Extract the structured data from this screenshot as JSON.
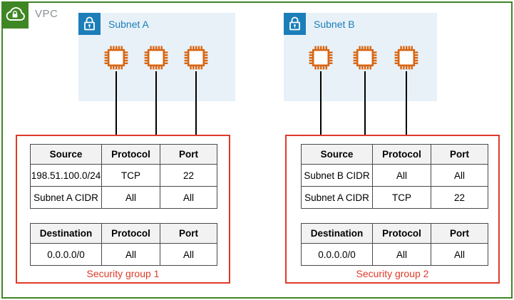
{
  "vpc": {
    "label": "VPC"
  },
  "subnets": [
    {
      "id": "a",
      "label": "Subnet A",
      "instance_count": 3
    },
    {
      "id": "b",
      "label": "Subnet B",
      "instance_count": 3
    }
  ],
  "security_groups": [
    {
      "label": "Security group 1",
      "inbound": {
        "headers": [
          "Source",
          "Protocol",
          "Port"
        ],
        "rows": [
          [
            "198.51.100.0/24",
            "TCP",
            "22"
          ],
          [
            "Subnet A CIDR",
            "All",
            "All"
          ]
        ]
      },
      "outbound": {
        "headers": [
          "Destination",
          "Protocol",
          "Port"
        ],
        "rows": [
          [
            "0.0.0.0/0",
            "All",
            "All"
          ]
        ]
      }
    },
    {
      "label": "Security group 2",
      "inbound": {
        "headers": [
          "Source",
          "Protocol",
          "Port"
        ],
        "rows": [
          [
            "Subnet B CIDR",
            "All",
            "All"
          ],
          [
            "Subnet A CIDR",
            "TCP",
            "22"
          ]
        ]
      },
      "outbound": {
        "headers": [
          "Destination",
          "Protocol",
          "Port"
        ],
        "rows": [
          [
            "0.0.0.0/0",
            "All",
            "All"
          ]
        ]
      }
    }
  ],
  "icons": {
    "vpc_icon": "cloud-with-lock",
    "subnet_icon": "padlock",
    "instance_icon": "ec2-chip"
  },
  "colors": {
    "vpc_green": "#3f8624",
    "subnet_blue": "#1b7eb8",
    "subnet_fill": "#e8f1f8",
    "instance_orange": "#d86613",
    "sg_red": "#dd3b2a",
    "table_header_bg": "#f2f2f2",
    "table_border": "#4a4a4a",
    "vpc_label_gray": "#8a9096",
    "connector_black": "#000000"
  }
}
